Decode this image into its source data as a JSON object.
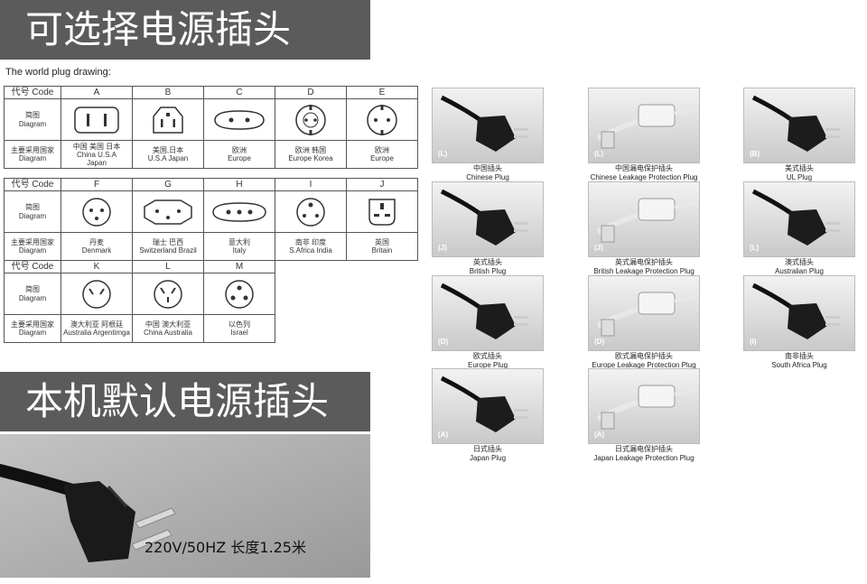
{
  "banner_top": "可选择电源插头",
  "banner_bottom": "本机默认电源插头",
  "world_title": "The world plug drawing:",
  "row_labels": {
    "code": "代号 Code",
    "diagram": "简图\nDiagram",
    "region": "主要采用国家\nDiagram"
  },
  "tables": [
    {
      "codes": [
        "A",
        "B",
        "C",
        "D",
        "E"
      ],
      "regions": [
        "中国  美国  日本\nChina  U.S.A\nJapan",
        "美国,日本\nU.S.A  Japan",
        "欧洲\nEurope",
        "欧洲     韩国\nEurope  Korea",
        "欧洲\nEurope"
      ]
    },
    {
      "codes": [
        "F",
        "G",
        "H",
        "I",
        "J"
      ],
      "regions": [
        "丹麦\nDenmark",
        "瑞士            巴西\nSwitzerland  Brazil",
        "意大利\nItaly",
        "南非       印度\nS.Africa  India",
        "英国\nBritain"
      ]
    },
    {
      "codes": [
        "K",
        "L",
        "M"
      ],
      "regions": [
        "澳大利亚  阿根廷\nAustralia Argentimga",
        "中国   澳大利亚\nChina   Australia",
        "以色列\nIsrael"
      ]
    }
  ],
  "spec_text": "220V/50HZ 长度1.25米",
  "photos": [
    {
      "tag": "(L)",
      "cn": "中国插头",
      "en": "Chinese Plug"
    },
    {
      "tag": "(L)",
      "cn": "中国漏电保护插头",
      "en": "Chinese Leakage Protection Plug"
    },
    {
      "tag": "(B)",
      "cn": "美式插头",
      "en": "UL Plug"
    },
    {
      "tag": "(J)",
      "cn": "英式插头",
      "en": "British Plug"
    },
    {
      "tag": "(J)",
      "cn": "英式漏电保护插头",
      "en": "British Leakage Protection Plug"
    },
    {
      "tag": "(L)",
      "cn": "澳式插头",
      "en": "Australian Plug"
    },
    {
      "tag": "(D)",
      "cn": "欧式插头",
      "en": "Europe Plug"
    },
    {
      "tag": "(D)",
      "cn": "欧式漏电保护插头",
      "en": "Europe Leakage Protection Plug"
    },
    {
      "tag": "(I)",
      "cn": "南非插头",
      "en": "South Africa Plug"
    },
    {
      "tag": "(A)",
      "cn": "日式插头",
      "en": "Japan Plug"
    },
    {
      "tag": "(A)",
      "cn": "日式漏电保护插头",
      "en": "Japan Leakage Protection Plug"
    }
  ]
}
